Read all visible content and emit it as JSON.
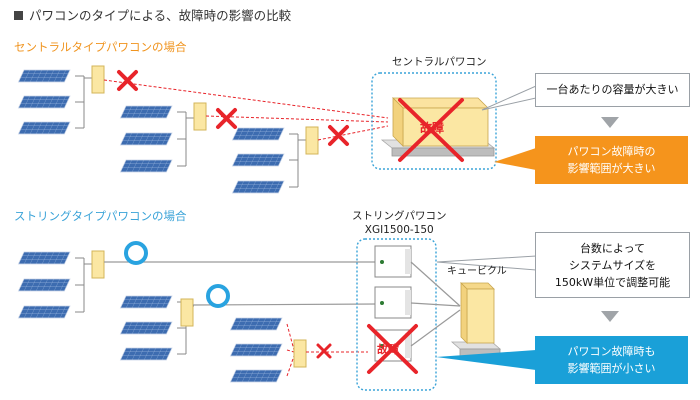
{
  "page_title": "パワコンのタイプによる、故障時の影響の比較",
  "central": {
    "heading": "セントラルタイプパワコンの場合",
    "pcs_label": "セントラルパワコン",
    "fault_label": "故障",
    "callout": "一台あたりの容量が大きい",
    "result_line1": "パワコン故障時の",
    "result_line2": "影響範囲が大きい"
  },
  "string": {
    "heading": "ストリングタイプパワコンの場合",
    "pcs_label_line1": "ストリングパワコン",
    "pcs_label_line2": "XGI1500-150",
    "cubicle_label": "キュービクル",
    "fault_label": "故障",
    "callout_line1": "台数によって",
    "callout_line2": "システムサイズを",
    "callout_line3": "150kW単位で調整可能",
    "result_line1": "パワコン故障時も",
    "result_line2": "影響範囲が小さい"
  },
  "colors": {
    "central_accent": "#f0941f",
    "string_accent": "#3aa3d8",
    "fault_red": "#e8242a",
    "ok_ring": "#29a3e0",
    "panel_blue": "#3f6fb0",
    "junction_box": "#fbe7a3"
  },
  "icons": {
    "fault_mark": "x-mark-icon",
    "ok_mark": "circle-icon"
  }
}
